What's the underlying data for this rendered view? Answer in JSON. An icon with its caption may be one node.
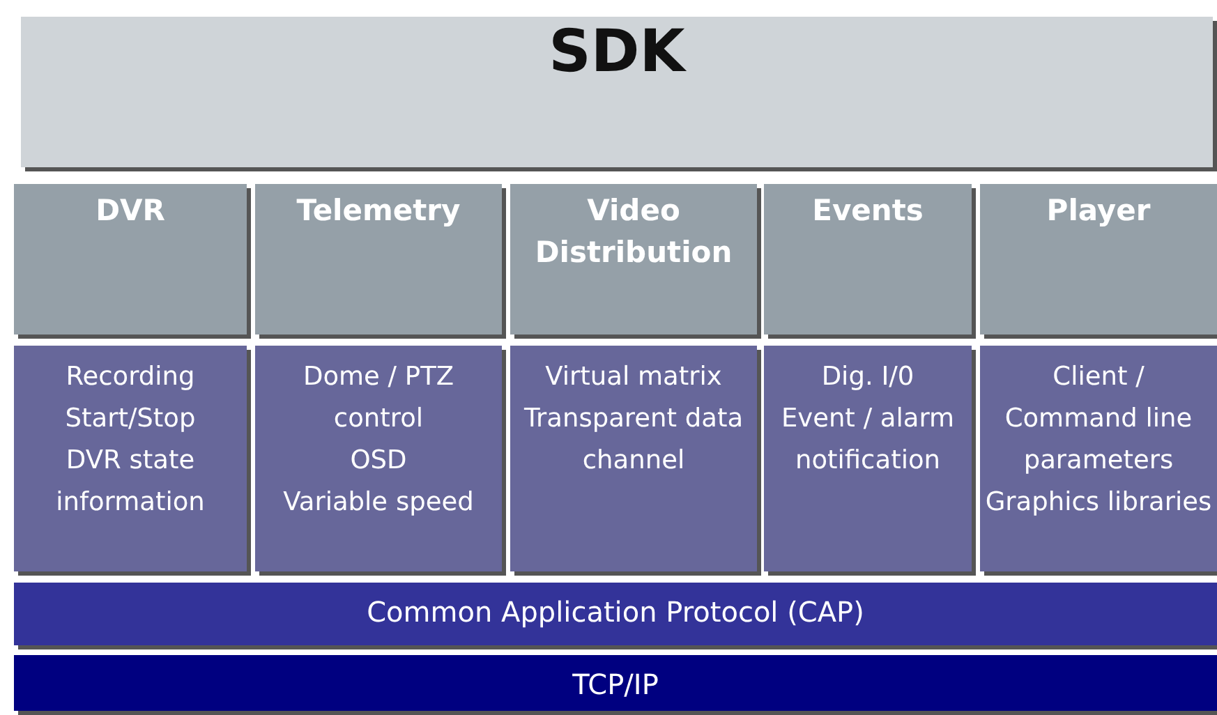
{
  "diagram": {
    "nodes": [
      {
        "text": [
          "SDK"
        ]
      },
      {
        "text": [
          "DVR"
        ]
      },
      {
        "text": [
          "Telemetry"
        ]
      },
      {
        "text": [
          "Video Distribution"
        ]
      },
      {
        "text": [
          "Events"
        ]
      },
      {
        "text": [
          "Player"
        ]
      },
      {
        "text": [
          "Recording",
          "Start/Stop",
          "DVR state information"
        ]
      },
      {
        "text": [
          "Dome / PTZ control",
          "OSD",
          "Variable speed"
        ]
      },
      {
        "text": [
          "Virtual matrix",
          "Transparent data channel"
        ]
      },
      {
        "text": [
          "Dig. I/0",
          "Event / alarm notification"
        ]
      },
      {
        "text": [
          "Client / Command line parameters",
          "Graphics libraries"
        ]
      },
      {
        "text": [
          "Common Application Protocol (CAP)"
        ]
      },
      {
        "text": [
          "TCP/IP"
        ]
      }
    ]
  }
}
